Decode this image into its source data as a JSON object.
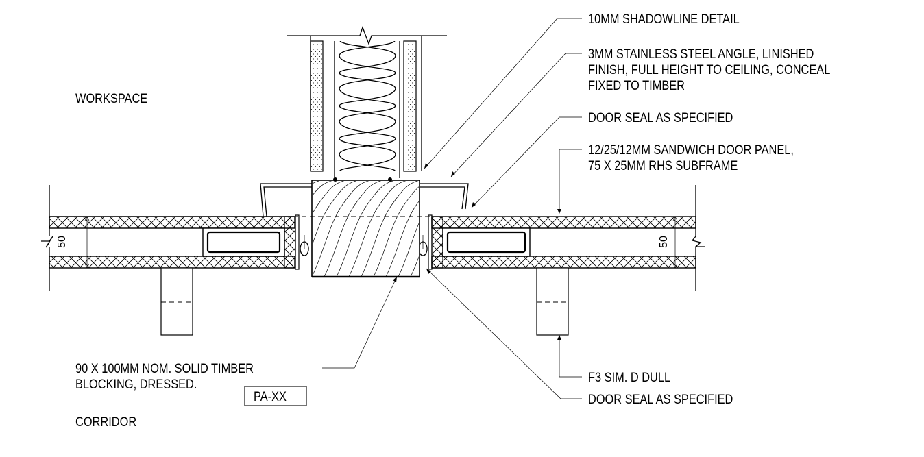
{
  "rooms": {
    "top": "WORKSPACE",
    "bottom": "CORRIDOR"
  },
  "callouts": {
    "shadowline": "10MM SHADOWLINE DETAIL",
    "angle": [
      "3MM STAINLESS STEEL ANGLE, LINISHED",
      "FINISH, FULL HEIGHT TO CEILING, CONCEAL",
      "FIXED TO TIMBER"
    ],
    "door_seal_top": "DOOR SEAL AS SPECIFIED",
    "door_panel": [
      "12/25/12MM SANDWICH DOOR PANEL,",
      "75 X 25MM RHS SUBFRAME"
    ],
    "timber_blocking": [
      "90 X 100MM NOM. SOLID TIMBER",
      "BLOCKING, DRESSED."
    ],
    "tag": "PA-XX",
    "finish": "F3 SIM. D DULL",
    "door_seal_bottom": "DOOR SEAL AS SPECIFIED"
  },
  "dimensions": {
    "left": "50",
    "right": "50"
  }
}
